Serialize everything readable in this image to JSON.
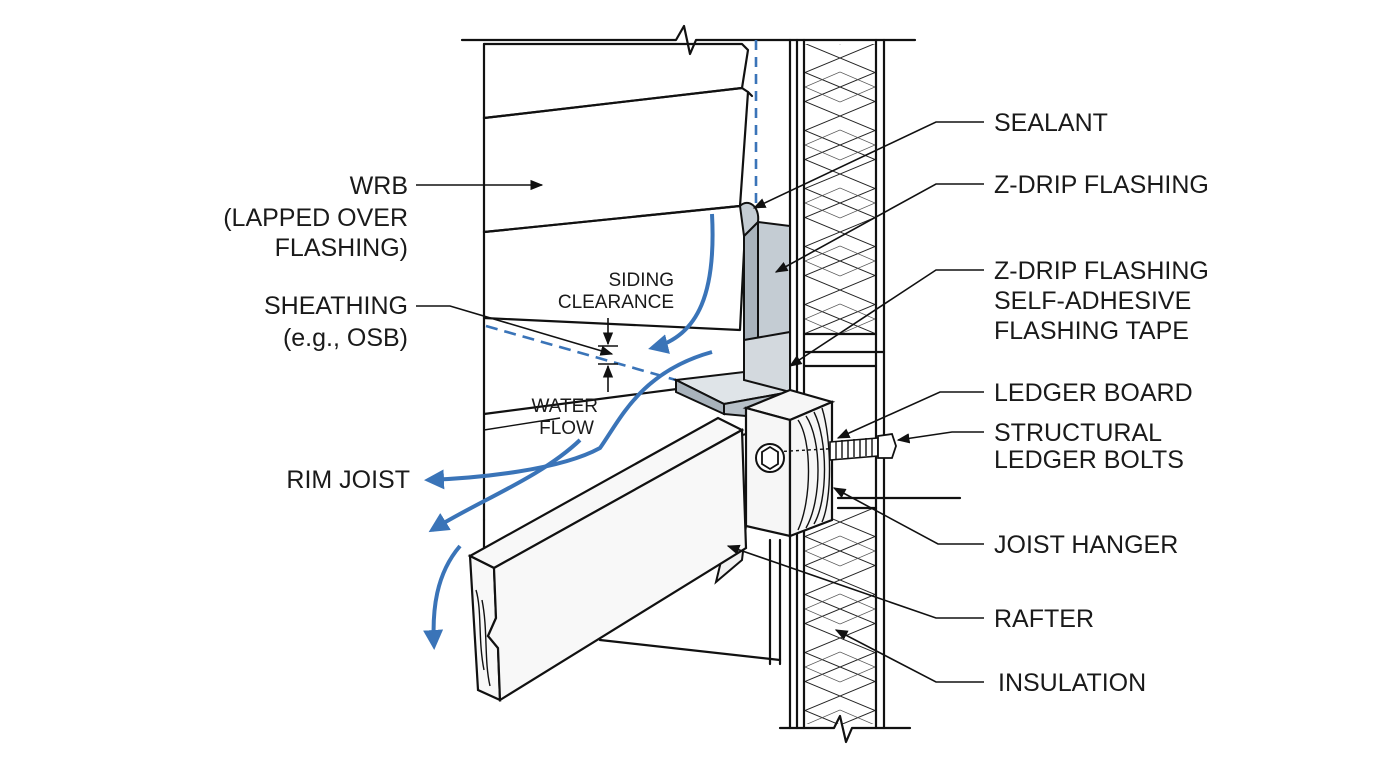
{
  "labels": {
    "wrb": [
      "WRB",
      "(LAPPED OVER",
      "FLASHING)"
    ],
    "sheathing": [
      "SHEATHING",
      "(e.g., OSB)"
    ],
    "siding_clearance": [
      "SIDING",
      "CLEARANCE"
    ],
    "water_flow": [
      "WATER",
      "FLOW"
    ],
    "rim_joist": "RIM JOIST",
    "sealant": "SEALANT",
    "z_drip": "Z-DRIP FLASHING",
    "z_drip_tape": [
      "Z-DRIP FLASHING",
      "SELF-ADHESIVE",
      "FLASHING TAPE"
    ],
    "ledger_board": "LEDGER BOARD",
    "ledger_bolts": [
      "STRUCTURAL",
      "LEDGER BOLTS"
    ],
    "joist_hanger": "JOIST HANGER",
    "rafter": "RAFTER",
    "insulation": "INSULATION"
  },
  "colors": {
    "line": "#111111",
    "water": "#3a74b8",
    "flashing": "#c4ccd3",
    "flashing_dark": "#a9b3bc",
    "wood": "#f6f6f6"
  }
}
